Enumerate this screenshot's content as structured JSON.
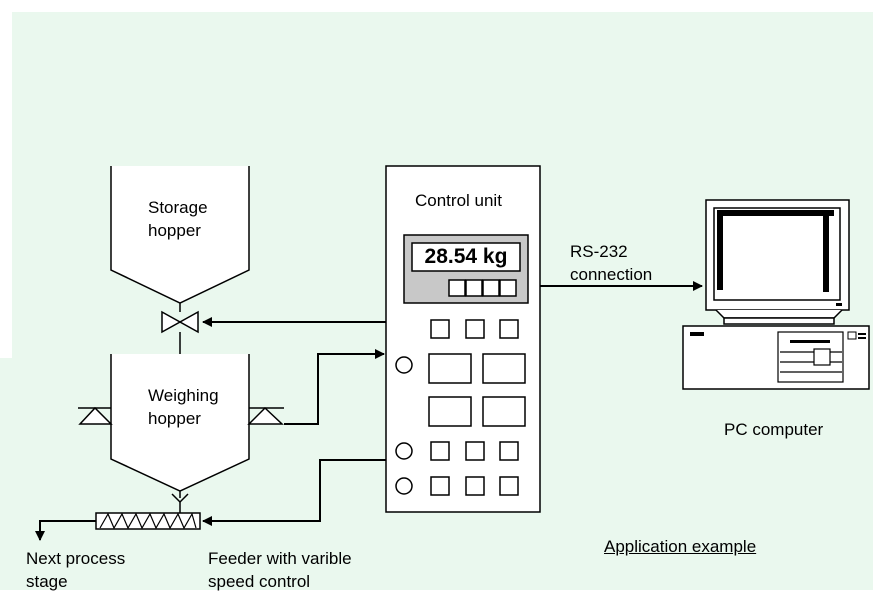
{
  "labels": {
    "storage_hopper": "Storage\nhopper",
    "weighing_hopper": "Weighing\nhopper",
    "control_unit": "Control unit",
    "display_reading": "28.54 kg",
    "rs232": "RS-232\nconnection",
    "pc_computer": "PC computer",
    "next_stage": "Next process\nstage",
    "feeder": "Feeder with varible\nspeed control",
    "application_example": "Application example"
  },
  "colors": {
    "background": "#eaf8ee",
    "display_panel": "#c8c8c8",
    "lines": "#000000"
  }
}
